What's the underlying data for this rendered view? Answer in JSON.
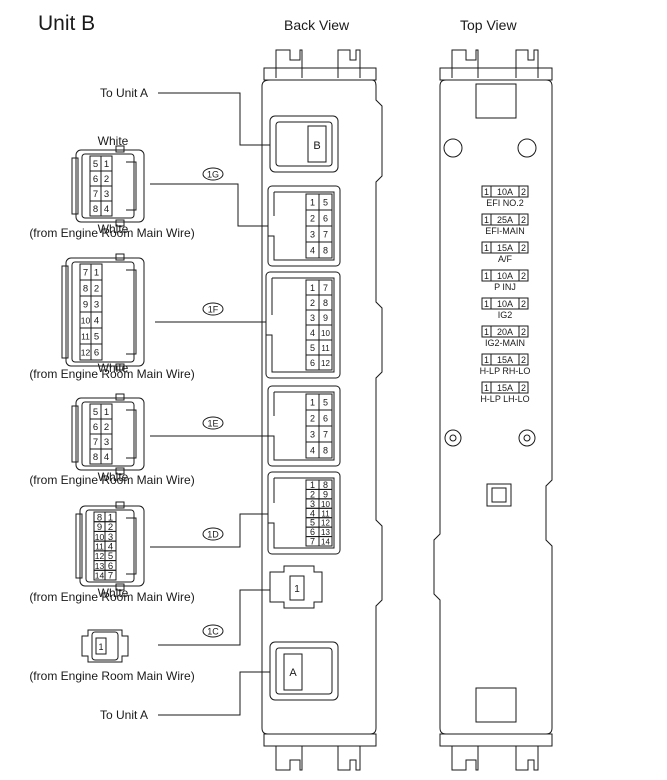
{
  "title": "Unit B",
  "views": {
    "back": "Back View",
    "top": "Top View"
  },
  "labels": {
    "to_unit_a": "To Unit A",
    "white": "White",
    "from_wire": "(from Engine Room Main Wire)"
  },
  "sockets": {
    "B": "B",
    "A": "A"
  },
  "connectors": [
    {
      "id": "1G",
      "side_rows": [
        [
          "5",
          "1"
        ],
        [
          "6",
          "2"
        ],
        [
          "7",
          "3"
        ],
        [
          "8",
          "4"
        ]
      ],
      "back_rows": [
        [
          "1",
          "5"
        ],
        [
          "2",
          "6"
        ],
        [
          "3",
          "7"
        ],
        [
          "4",
          "8"
        ]
      ]
    },
    {
      "id": "1F",
      "side_rows": [
        [
          "7",
          "1"
        ],
        [
          "8",
          "2"
        ],
        [
          "9",
          "3"
        ],
        [
          "10",
          "4"
        ],
        [
          "11",
          "5"
        ],
        [
          "12",
          "6"
        ]
      ],
      "back_rows": [
        [
          "1",
          "7"
        ],
        [
          "2",
          "8"
        ],
        [
          "3",
          "9"
        ],
        [
          "4",
          "10"
        ],
        [
          "5",
          "11"
        ],
        [
          "6",
          "12"
        ]
      ]
    },
    {
      "id": "1E",
      "side_rows": [
        [
          "5",
          "1"
        ],
        [
          "6",
          "2"
        ],
        [
          "7",
          "3"
        ],
        [
          "8",
          "4"
        ]
      ],
      "back_rows": [
        [
          "1",
          "5"
        ],
        [
          "2",
          "6"
        ],
        [
          "3",
          "7"
        ],
        [
          "4",
          "8"
        ]
      ]
    },
    {
      "id": "1D",
      "side_rows": [
        [
          "8",
          "1"
        ],
        [
          "9",
          "2"
        ],
        [
          "10",
          "3"
        ],
        [
          "11",
          "4"
        ],
        [
          "12",
          "5"
        ],
        [
          "13",
          "6"
        ],
        [
          "14",
          "7"
        ]
      ],
      "back_rows": [
        [
          "1",
          "8"
        ],
        [
          "2",
          "9"
        ],
        [
          "3",
          "10"
        ],
        [
          "4",
          "11"
        ],
        [
          "5",
          "12"
        ],
        [
          "6",
          "13"
        ],
        [
          "7",
          "14"
        ]
      ]
    },
    {
      "id": "1C",
      "side_pin": "1",
      "back_pin": "1"
    }
  ],
  "fuses": [
    {
      "left": "1",
      "rating": "10A",
      "right": "2",
      "name": "EFI NO.2"
    },
    {
      "left": "1",
      "rating": "25A",
      "right": "2",
      "name": "EFI-MAIN"
    },
    {
      "left": "1",
      "rating": "15A",
      "right": "2",
      "name": "A/F"
    },
    {
      "left": "1",
      "rating": "10A",
      "right": "2",
      "name": "P INJ"
    },
    {
      "left": "1",
      "rating": "10A",
      "right": "2",
      "name": "IG2"
    },
    {
      "left": "1",
      "rating": "20A",
      "right": "2",
      "name": "IG2-MAIN"
    },
    {
      "left": "1",
      "rating": "15A",
      "right": "2",
      "name": "H-LP RH-LO"
    },
    {
      "left": "1",
      "rating": "15A",
      "right": "2",
      "name": "H-LP LH-LO"
    }
  ]
}
